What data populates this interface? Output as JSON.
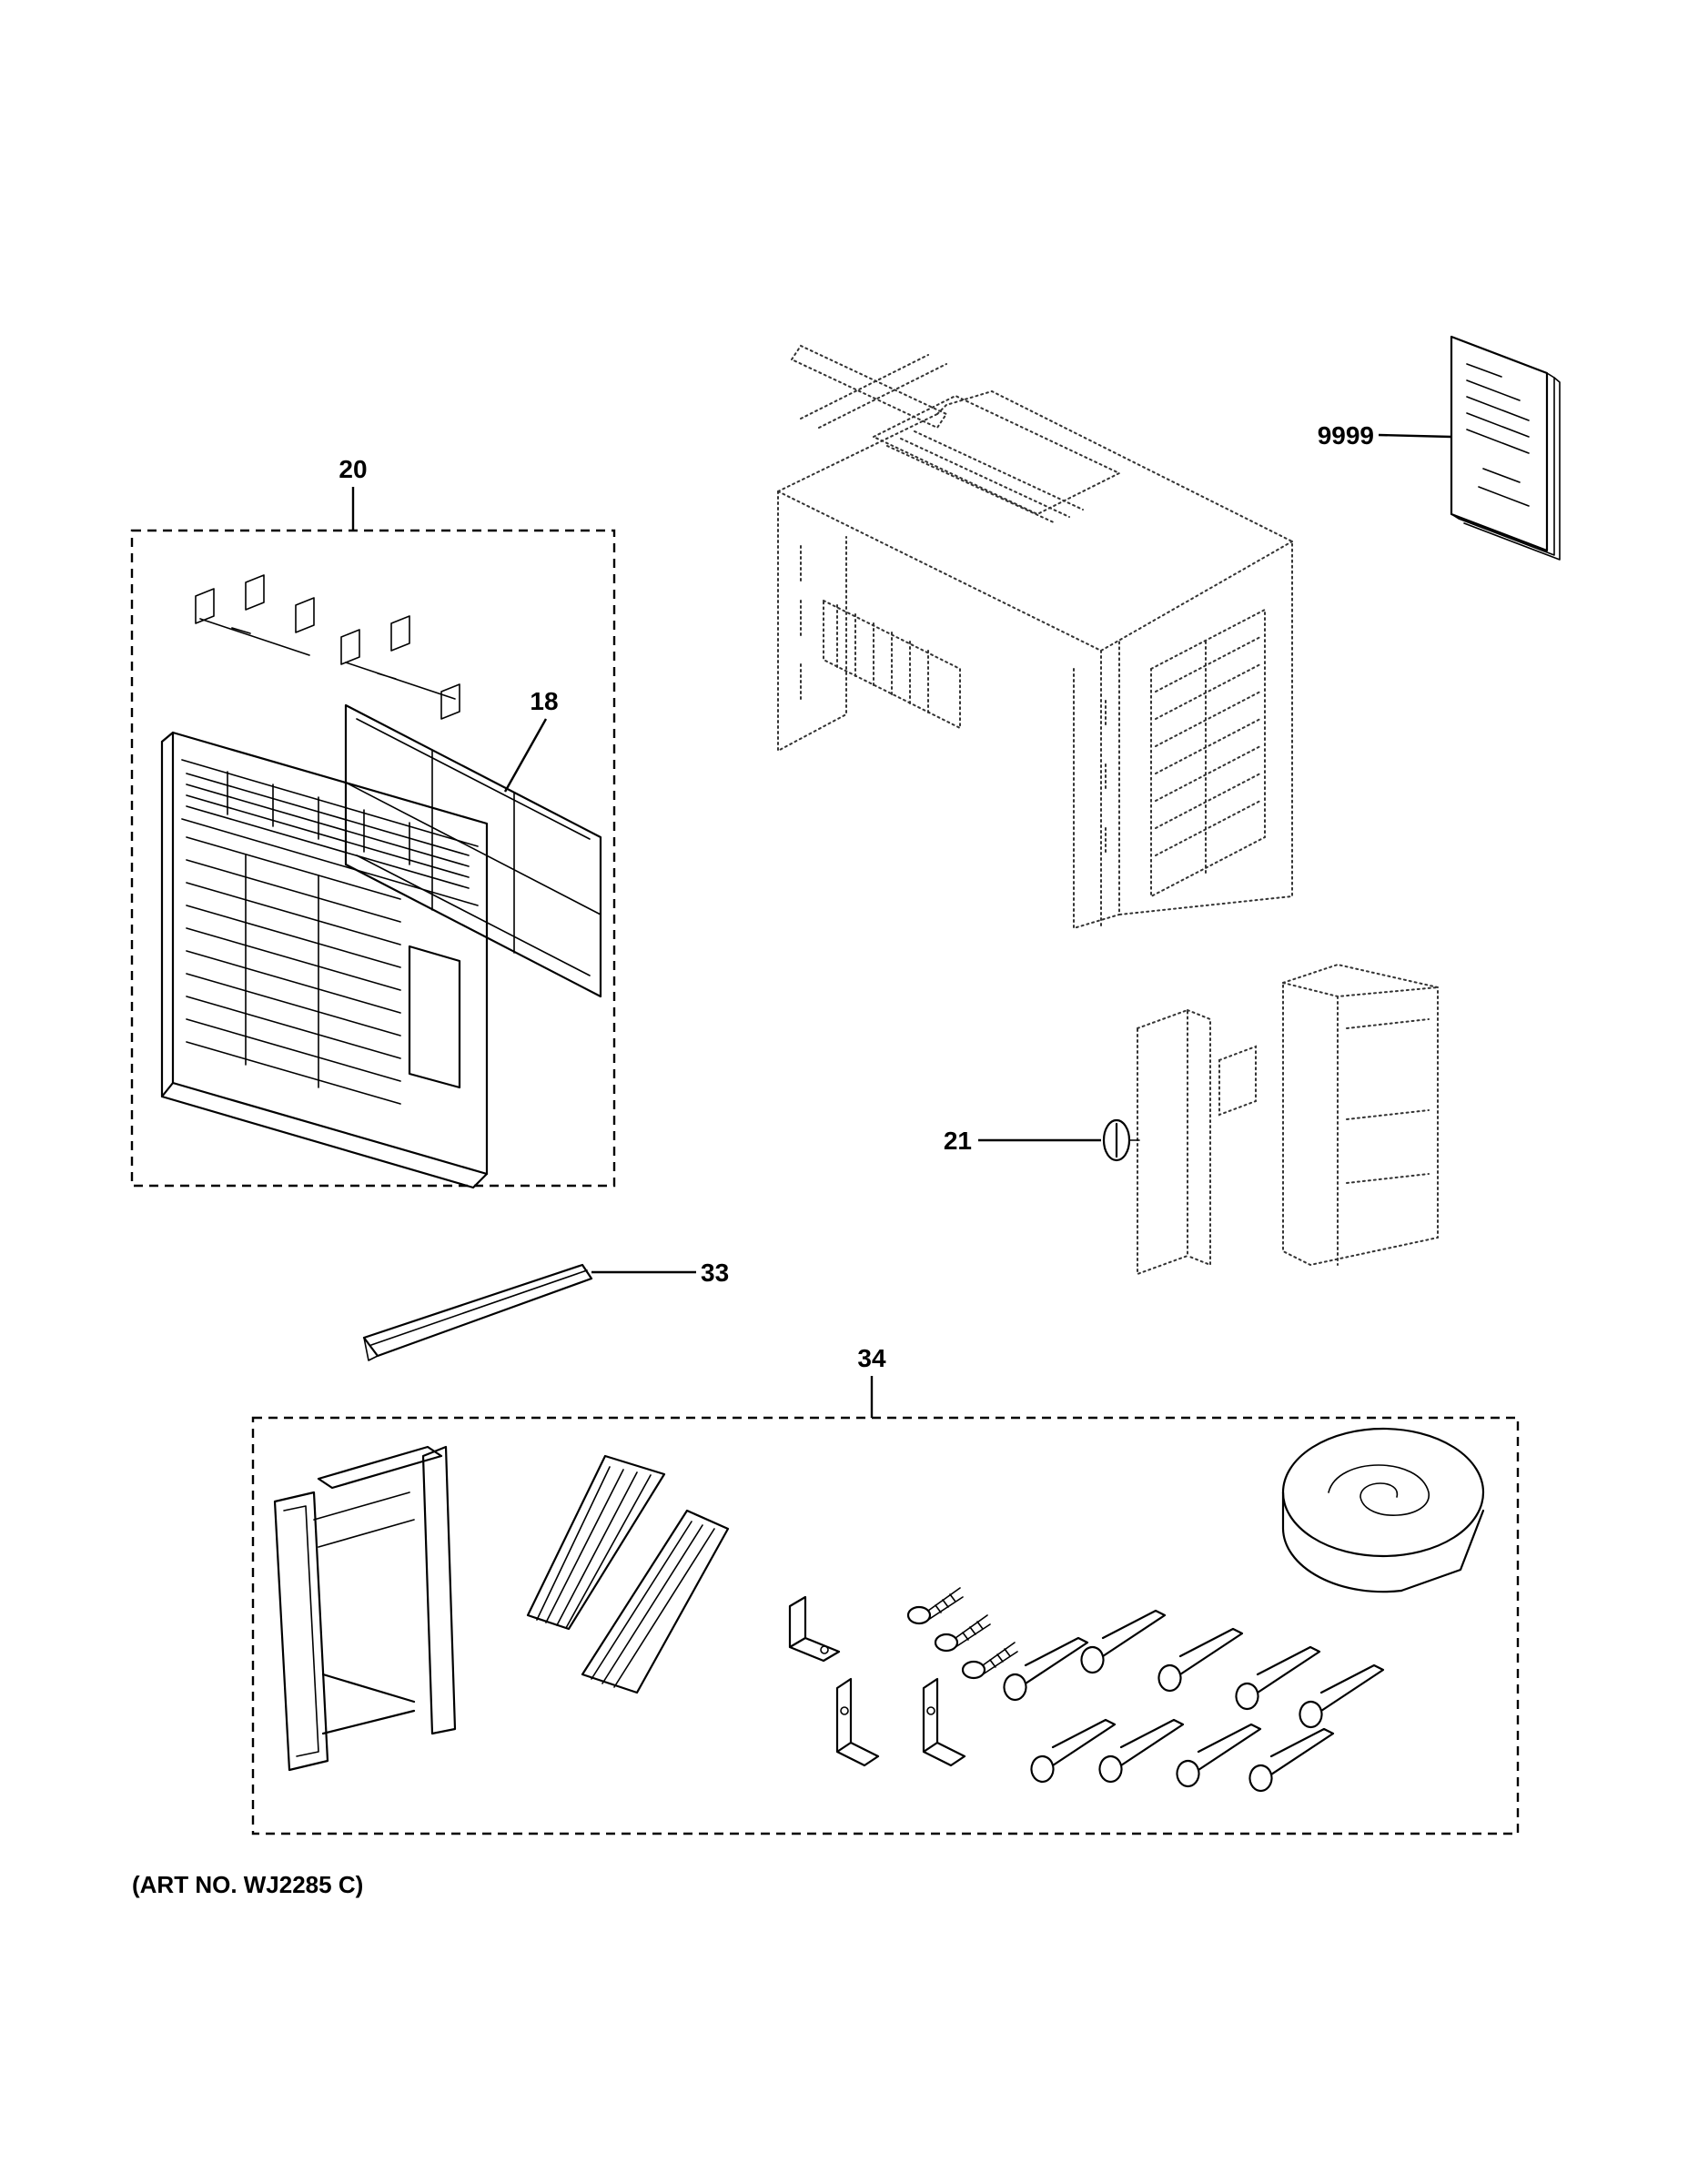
{
  "callouts": {
    "c20": "20",
    "c18": "18",
    "c9999": "9999",
    "c21": "21",
    "c33": "33",
    "c34": "34"
  },
  "caption": "(ART NO. WJ2285 C)"
}
